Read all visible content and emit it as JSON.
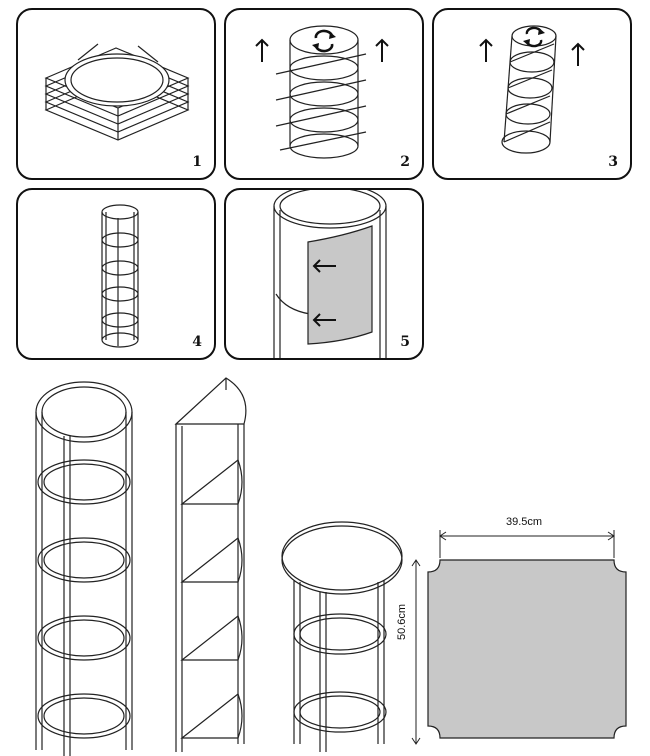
{
  "steps": [
    {
      "number": "1"
    },
    {
      "number": "2"
    },
    {
      "number": "3"
    },
    {
      "number": "4"
    },
    {
      "number": "5"
    }
  ],
  "dimensions": {
    "width_label": "39.5cm",
    "height_label": "50.6cm"
  },
  "colors": {
    "line": "#222222",
    "panel_fill": "#c8c8c8"
  },
  "icons": {
    "rotate": "rotate-arrows-icon",
    "arrow_up": "arrow-up-icon",
    "arrow_left": "arrow-left-icon"
  }
}
